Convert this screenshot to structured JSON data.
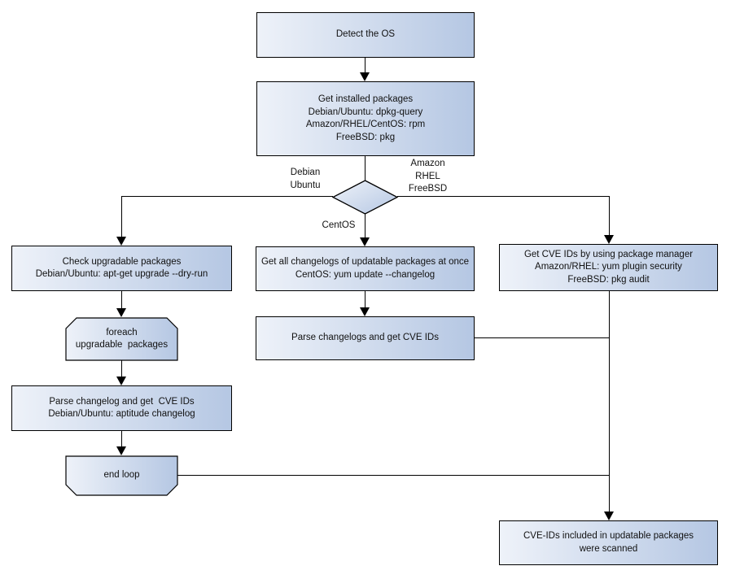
{
  "diagram": {
    "colors": {
      "node_fill_light": "#eef2f9",
      "node_fill_dark": "#b5c7e3",
      "node_border": "#000000",
      "connector": "#000000",
      "text": "#111111",
      "background": "#ffffff"
    },
    "nodes": {
      "detect_os": {
        "label": "Detect the OS"
      },
      "get_installed": {
        "label": "Get installed packages\nDebian/Ubuntu: dpkg-query\nAmazon/RHEL/CentOS: rpm\nFreeBSD: pkg"
      },
      "check_upgradable": {
        "label": "Check upgradable packages\nDebian/Ubuntu: apt-get upgrade --dry-run"
      },
      "foreach_loop": {
        "label": "foreach\nupgradable  packages"
      },
      "parse_changelog": {
        "label": "Parse changelog and get  CVE IDs\nDebian/Ubuntu: aptitude changelog"
      },
      "end_loop": {
        "label": "end loop"
      },
      "get_all_changelogs": {
        "label": "Get all changelogs of updatable packages at once\nCentOS: yum update --changelog"
      },
      "parse_changelogs": {
        "label": "Parse changelogs and get CVE IDs"
      },
      "get_cve_ids": {
        "label": "Get CVE IDs by using package manager\nAmazon/RHEL: yum plugin security\nFreeBSD: pkg audit"
      },
      "scanned": {
        "label": "CVE-IDs included in updatable packages\nwere scanned"
      }
    },
    "edge_labels": {
      "debian_branch": "Debian\nUbuntu",
      "amazon_branch": "Amazon\nRHEL\nFreeBSD",
      "centos_branch": "CentOS"
    }
  }
}
